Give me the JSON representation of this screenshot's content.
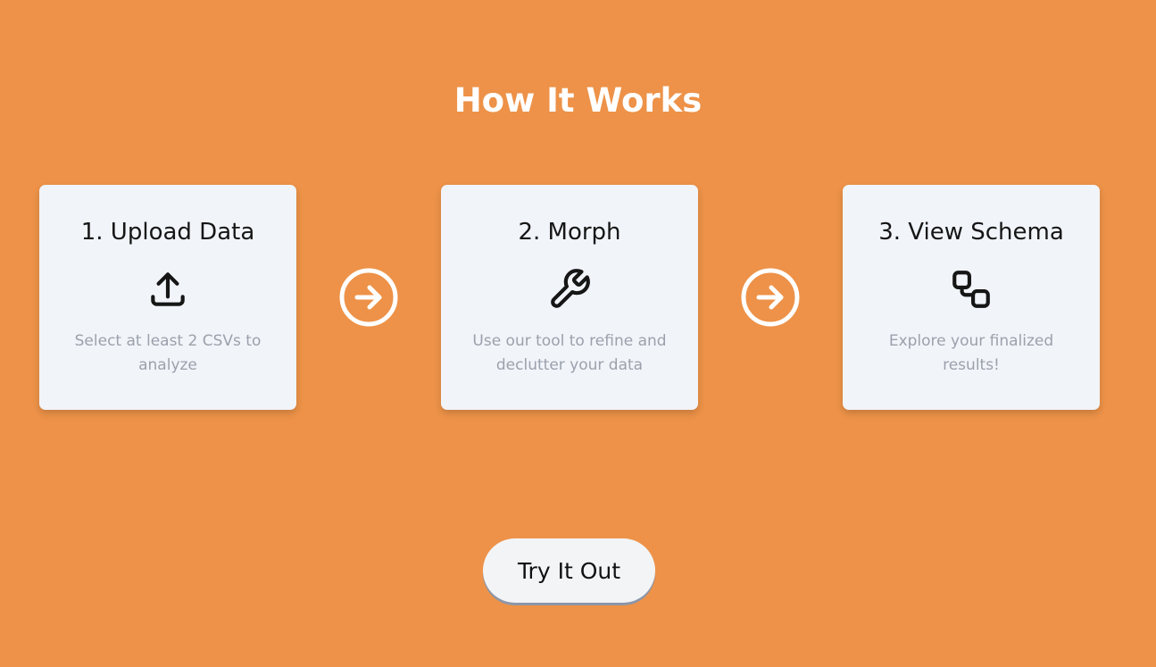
{
  "page": {
    "title": "How It Works",
    "background_color": "#ED9248"
  },
  "steps": [
    {
      "title": "1. Upload Data",
      "icon": "upload-icon",
      "description": "Select at least 2 CSVs to analyze"
    },
    {
      "title": "2. Morph",
      "icon": "wrench-icon",
      "description": "Use our tool to refine and declutter your data"
    },
    {
      "title": "3. View Schema",
      "icon": "schema-icon",
      "description": "Explore your finalized results!"
    }
  ],
  "connectors": [
    {
      "icon": "arrow-right-circle-icon"
    },
    {
      "icon": "arrow-right-circle-icon"
    }
  ],
  "cta": {
    "label": "Try It Out"
  }
}
